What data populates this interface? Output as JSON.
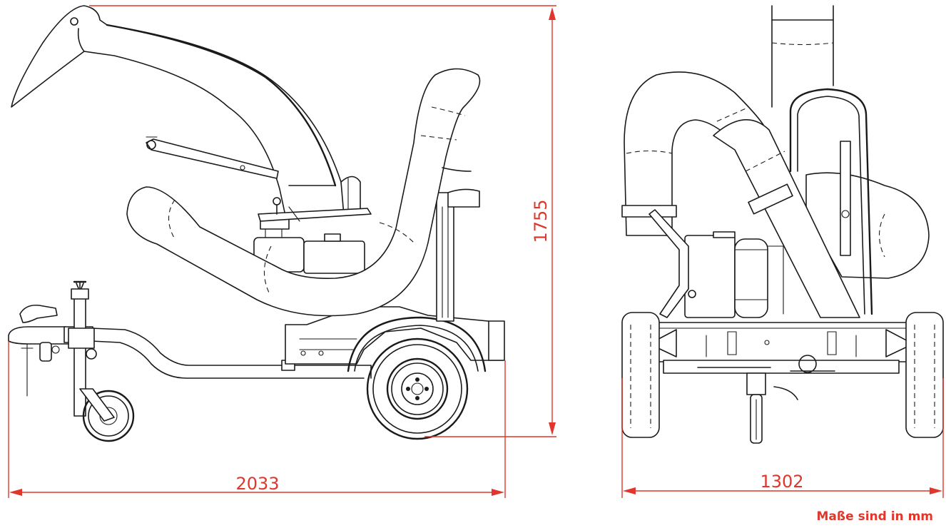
{
  "dimensions": {
    "overall_length": "2033",
    "overall_height": "1755",
    "overall_width": "1302"
  },
  "note": "Maße sind in mm",
  "colors": {
    "dimension": "#e0362c",
    "outline": "#1a1a1a",
    "background": "#ffffff"
  },
  "views": [
    "side",
    "rear"
  ]
}
